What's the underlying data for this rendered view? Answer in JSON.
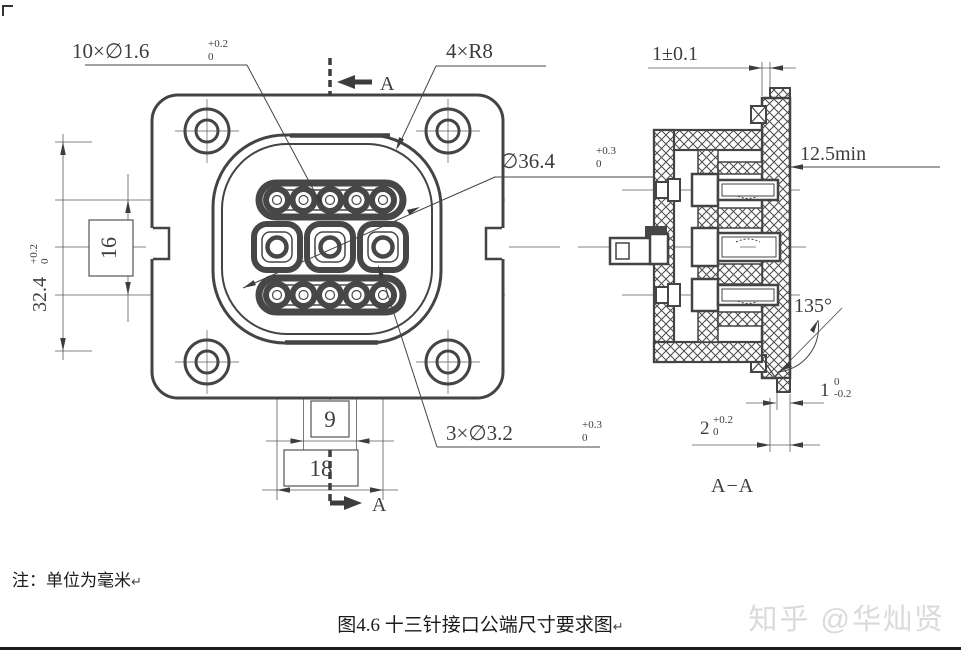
{
  "note": "注：单位为毫米",
  "return_mark": "↵",
  "caption": "图4.6 十三针接口公端尺寸要求图",
  "watermark": "知乎 @华灿贤",
  "front": {
    "holes_dim": "10×∅1.6",
    "holes_tol_up": "+0.2",
    "holes_tol_dn": "0",
    "corner_radius_dim": "4×R8",
    "diameter_dim": "∅36.4",
    "diameter_tol_up": "+0.3",
    "diameter_tol_dn": "0",
    "height_dim": "32.4",
    "height_tol_up": "+0.2",
    "height_tol_dn": "0",
    "row_pitch_dim": "16",
    "pin_pitch_dim": "9",
    "pin_span_dim": "18",
    "pins_dim": "3×∅3.2",
    "pins_tol_up": "+0.3",
    "pins_tol_dn": "0",
    "section_marker_top": "A",
    "section_marker_bottom": "A"
  },
  "section": {
    "flange_dim": "1±0.1",
    "depth_dim": "12.5min",
    "angle_dim": "135°",
    "step_dim": "1",
    "step_tol_up": "0",
    "step_tol_dn": "-0.2",
    "thickness_dim": "2",
    "thickness_tol_up": "+0.2",
    "thickness_tol_dn": "0",
    "view_label": "A−A"
  }
}
